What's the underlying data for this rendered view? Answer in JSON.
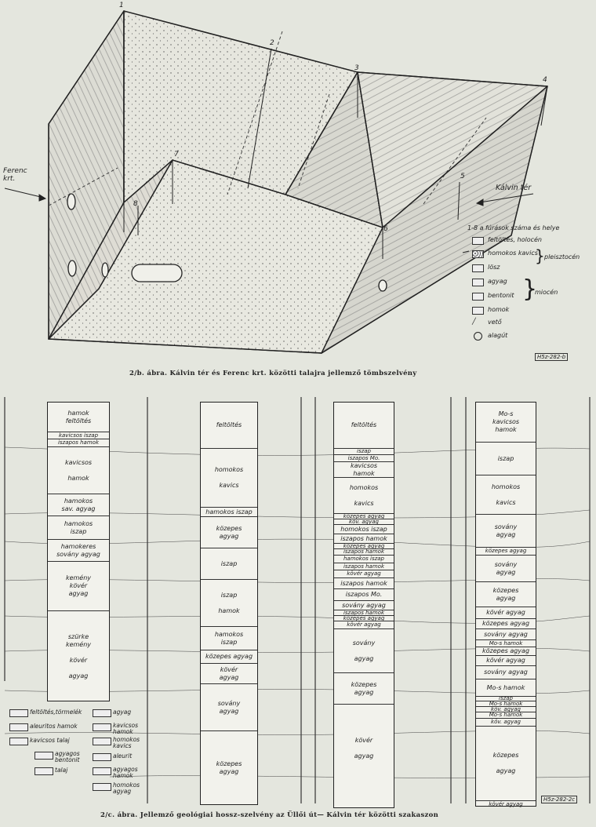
{
  "top": {
    "caption": "2/b. ábra. Kálvin tér és Ferenc krt. közötti talajra jellemző tömbszelvény",
    "left_label": "Ferenc\nkrt.",
    "right_label": "Kálvin tér",
    "stamp": "H5z-282-b",
    "borehole_numbers": [
      "1",
      "2",
      "3",
      "4",
      "5",
      "6",
      "7",
      "8"
    ],
    "legend": {
      "header": "1-8  a fúrások száma és helye",
      "items": [
        {
          "label": "feltöltés, holocén"
        },
        {
          "label": "homokos kavics"
        },
        {
          "label": "lösz"
        },
        {
          "label": "agyag"
        },
        {
          "label": "bentonit"
        },
        {
          "label": "homok"
        },
        {
          "label": "vető"
        },
        {
          "label": "alagút"
        }
      ],
      "group_pleisztocen": "pleisztocén",
      "group_miocen": "miocén"
    }
  },
  "bottom": {
    "caption": "2/c. ábra. Jellemző geológiai hossz-szelvény az Üllői út— Kálvin tér közötti szakaszon",
    "stamp": "H5z-282-2c",
    "columns": [
      {
        "layers": [
          {
            "text": "hamok\nfeltöltés",
            "h": 37
          },
          {
            "text": "kavicsos iszap",
            "h": 9
          },
          {
            "text": "iszapos hamok",
            "h": 10
          },
          {
            "text": "kavicsos\n\nhamok",
            "h": 60
          },
          {
            "text": "hamokos\nsav. agyag",
            "h": 28
          },
          {
            "text": "hamokos\niszap",
            "h": 30
          },
          {
            "text": "hamokeres\nsovány agyag",
            "h": 28
          },
          {
            "text": "kemény\nkövér\nagyag",
            "h": 63
          },
          {
            "text": "szürke\nkemény\n\nkövér\n\nagyag",
            "h": 116
          }
        ]
      },
      {
        "layers": [
          {
            "text": "feltöltés",
            "h": 58
          },
          {
            "text": "homokos\n\nkavics",
            "h": 75
          },
          {
            "text": "hamokos iszap",
            "h": 12
          },
          {
            "text": "közepes\nagyag",
            "h": 40
          },
          {
            "text": "iszap",
            "h": 40
          },
          {
            "text": "iszap\n\nhamok",
            "h": 60
          },
          {
            "text": "hamokos\niszap",
            "h": 30
          },
          {
            "text": "közepes agyag",
            "h": 17
          },
          {
            "text": "kövér\nagyag",
            "h": 26
          },
          {
            "text": "sovány\nagyag",
            "h": 60
          },
          {
            "text": "közepes\nagyag",
            "h": 95
          }
        ]
      },
      {
        "layers": [
          {
            "text": "feltöltés",
            "h": 58
          },
          {
            "text": "iszap",
            "h": 8
          },
          {
            "text": "iszapos Mo.",
            "h": 9
          },
          {
            "text": "kavicsos\nhamok",
            "h": 20
          },
          {
            "text": "homokos\n\nkavics",
            "h": 46
          },
          {
            "text": "közepes agyag",
            "h": 7
          },
          {
            "text": "köv. agyag",
            "h": 7
          },
          {
            "text": "homokos iszap",
            "h": 12
          },
          {
            "text": "iszapos hamok",
            "h": 12
          },
          {
            "text": "közepes agyag",
            "h": 7
          },
          {
            "text": "iszapos hamok",
            "h": 8
          },
          {
            "text": "hamokos iszap",
            "h": 10
          },
          {
            "text": "iszapos hamok",
            "h": 9
          },
          {
            "text": "kövér agyag",
            "h": 10
          },
          {
            "text": "iszapos hamok",
            "h": 14
          },
          {
            "text": "iszapos Mo.",
            "h": 15
          },
          {
            "text": "sovány agyag",
            "h": 12
          },
          {
            "text": "iszapos hamok",
            "h": 7
          },
          {
            "text": "közepes agyag",
            "h": 7
          },
          {
            "text": "kövér agyag",
            "h": 10
          },
          {
            "text": "sovány\n\nagyag",
            "h": 56
          },
          {
            "text": "közepes\nagyag",
            "h": 40
          },
          {
            "text": "kövér\n\nagyag",
            "h": 112
          }
        ]
      },
      {
        "layers": [
          {
            "text": "Mo-s\nkavicsos\nhamok",
            "h": 50
          },
          {
            "text": "iszap",
            "h": 42
          },
          {
            "text": "homokos\n\nkavics",
            "h": 50
          },
          {
            "text": "sovány\nagyag",
            "h": 42
          },
          {
            "text": "közepes agyag",
            "h": 10
          },
          {
            "text": "sovány\nagyag",
            "h": 34
          },
          {
            "text": "közepes\nagyag",
            "h": 32
          },
          {
            "text": "kövér agyag",
            "h": 15
          },
          {
            "text": "közepes agyag",
            "h": 13
          },
          {
            "text": "sovány agyag",
            "h": 14
          },
          {
            "text": "Mo-s hamok",
            "h": 9
          },
          {
            "text": "közepes agyag",
            "h": 11
          },
          {
            "text": "kövér agyag",
            "h": 13
          },
          {
            "text": "sovány agyag",
            "h": 17
          },
          {
            "text": "Mo-s hamok",
            "h": 22
          },
          {
            "text": "iszap",
            "h": 6
          },
          {
            "text": "Mo-s hamok",
            "h": 7
          },
          {
            "text": "köv. agyag",
            "h": 7
          },
          {
            "text": "Mo-s hamok",
            "h": 8
          },
          {
            "text": "köv. agyag",
            "h": 10
          },
          {
            "text": "közepes\n\nagyag",
            "h": 95
          },
          {
            "text": "kövér agyag",
            "h": 10
          }
        ]
      }
    ],
    "legend": [
      {
        "label": "feltöltés,törmelék"
      },
      {
        "label": "agyag"
      },
      {
        "label": "aleuritos hamok"
      },
      {
        "label": "kavicsos hamok"
      },
      {
        "label": "kavicsos talaj"
      },
      {
        "label": "homokos kavics"
      },
      {
        "label": "agyagos bentonit"
      },
      {
        "label": "aleurit"
      },
      {
        "label": "talaj"
      },
      {
        "label": "agyagos hamok"
      },
      {
        "label": "homokos agyag"
      }
    ]
  }
}
